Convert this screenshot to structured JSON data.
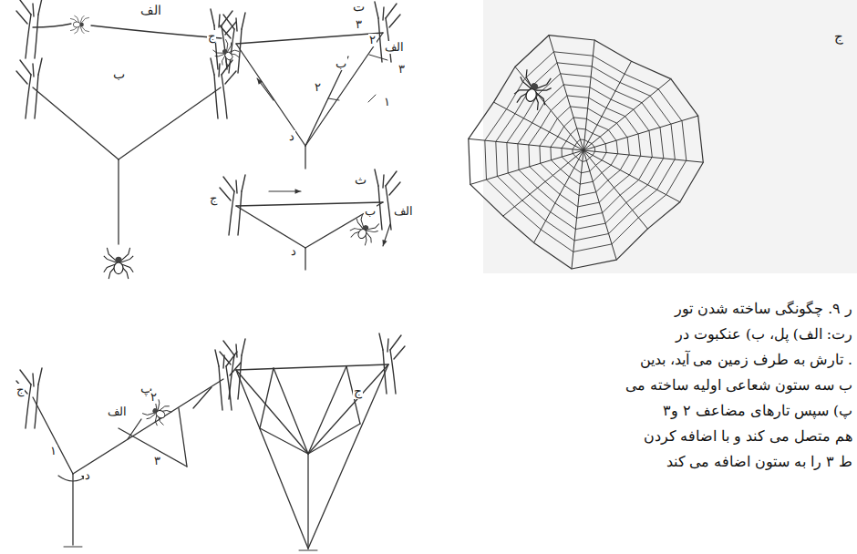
{
  "diagram": {
    "labels": [
      "الف",
      "ب",
      "پ",
      "ج",
      "الف",
      "۲",
      "۱",
      "۳",
      "د",
      "ت",
      "۳",
      "ج",
      "۲",
      "الف",
      "ب",
      "۳",
      "۲",
      "۱",
      "د",
      "ث",
      "ج",
      "ب",
      "الف",
      "د",
      "ج",
      "ج",
      "ر ۹. چگونگی ساخته شدن تور",
      "رت: الف) پل، ب) عنکبوت در",
      ". تارش به طرف زمین می آید، بدین",
      "ب سه ستون شعاعی اولیه ساخته می",
      "پ) سپس تارهای مضاعف ۲ و۳",
      "هم متصل می کند و با اضافه کردن",
      "ط ۳ را به ستون اضافه می کند"
    ]
  }
}
